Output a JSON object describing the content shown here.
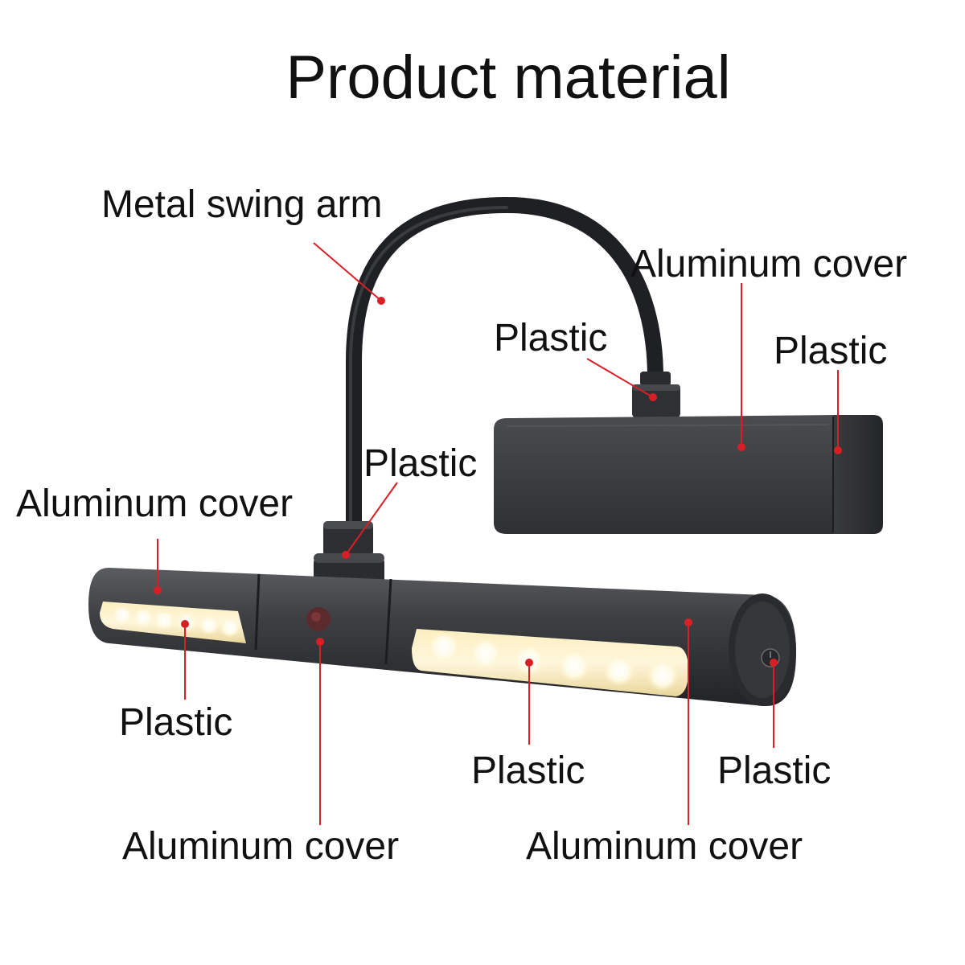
{
  "title": "Product material",
  "labels": {
    "swing_arm": "Metal swing arm",
    "head_cover": "Aluminum cover",
    "head_joint_plastic": "Plastic",
    "head_endcap_plastic": "Plastic",
    "bar_joint_plastic": "Plastic",
    "bar_left_cover": "Aluminum cover",
    "bar_left_lens": "Plastic",
    "bar_center_cover": "Aluminum cover",
    "bar_right_lens": "Plastic",
    "bar_switch": "Plastic",
    "bar_right_cover": "Aluminum cover"
  },
  "colors": {
    "pointer": "#d81f26",
    "body": "#3a3c40",
    "led_glow": "#fff4cf"
  }
}
